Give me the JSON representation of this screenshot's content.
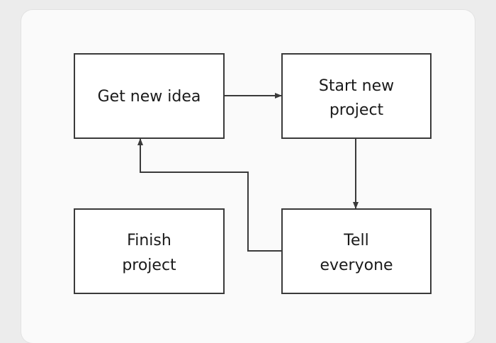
{
  "diagram": {
    "nodes": [
      {
        "id": "idea",
        "lines": [
          "Get new idea"
        ]
      },
      {
        "id": "start",
        "lines": [
          "Start new",
          "project"
        ]
      },
      {
        "id": "tell",
        "lines": [
          "Tell",
          "everyone"
        ]
      },
      {
        "id": "finish",
        "lines": [
          "Finish",
          "project"
        ]
      }
    ],
    "edges": [
      {
        "from": "idea",
        "to": "start"
      },
      {
        "from": "start",
        "to": "tell"
      },
      {
        "from": "tell",
        "to": "idea"
      }
    ]
  }
}
